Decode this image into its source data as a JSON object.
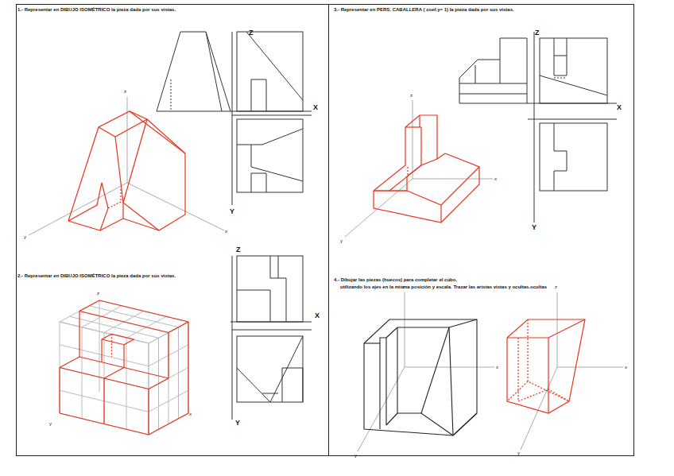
{
  "diagram": {
    "labels": [
      "1.- Representar en DIBUJO ISOMÉTRICO la pieza dada por sus vistas.",
      "Z",
      "X",
      "Y",
      "z",
      "y",
      "x",
      "2.- Representar en DIBUJO ISOMÉTRICO la pieza dada por sus vistas.",
      "Z",
      "X",
      "Y",
      "z",
      "y",
      "x",
      "3.- Representar en PERS. CABALLERA ( coef.y= 1) la pieza dada por sus vistas.",
      "Z",
      "X",
      "Y",
      "z",
      "y",
      "x",
      "4.- Dibujar las piezas (huecos) para completar el cubo,",
      "utilizando los ejes en la misma posición y escala. Trazar las aristas vistas y ocultas.ocultas",
      "z",
      "x",
      "y",
      "z",
      "x",
      "y"
    ]
  }
}
